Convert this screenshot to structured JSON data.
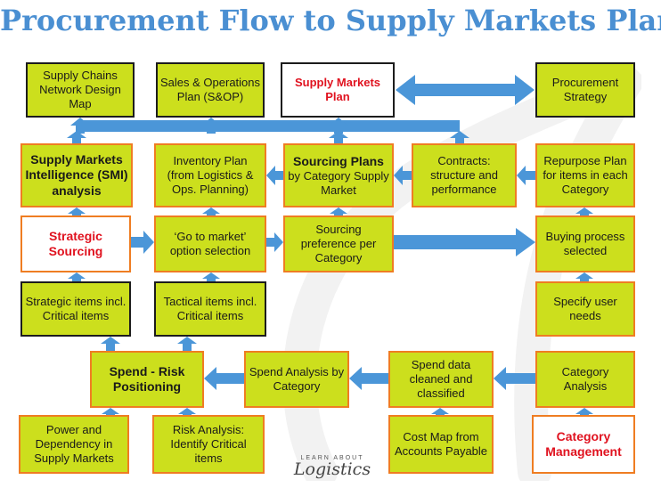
{
  "title": "Procurement Flow to Supply Markets Plan",
  "boxes": {
    "scn": "Supply Chains Network Design Map",
    "sop": "Sales & Operations Plan (S&OP)",
    "smp": "Supply Markets Plan",
    "ps": "Procurement Strategy",
    "smi": "Supply Markets Intelligence (SMI) analysis",
    "inv": "Inventory Plan (from Logistics & Ops. Planning)",
    "sp_title": "Sourcing Plans",
    "sp_sub": "by Category Supply Market",
    "con": "Contracts: structure and performance",
    "rep": "Repurpose Plan for items in each Category",
    "ss": "Strategic Sourcing",
    "gtm": "‘Go to market’ option selection",
    "spc": "Sourcing preference per Category",
    "bps": "Buying process selected",
    "si": "Strategic items incl. Critical items",
    "ti": "Tactical items incl. Critical items",
    "sun": "Specify user needs",
    "srp": "Spend - Risk Positioning",
    "sac": "Spend Analysis by Category",
    "sdc": "Spend data cleaned and classified",
    "ca": "Category Analysis",
    "pd": "Power and Dependency in Supply Markets",
    "ra": "Risk Analysis: Identify Critical items",
    "cm": "Cost Map from Accounts Payable",
    "cmg": "Category Management"
  },
  "logo": {
    "line1": "LEARN ABOUT",
    "line2": "Logistics"
  },
  "colors": {
    "arrow": "#4b96d8",
    "box": "#ccdf1d",
    "border": "#ef7d22",
    "title": "#4a8fd2",
    "emphasis": "#e0121f"
  }
}
